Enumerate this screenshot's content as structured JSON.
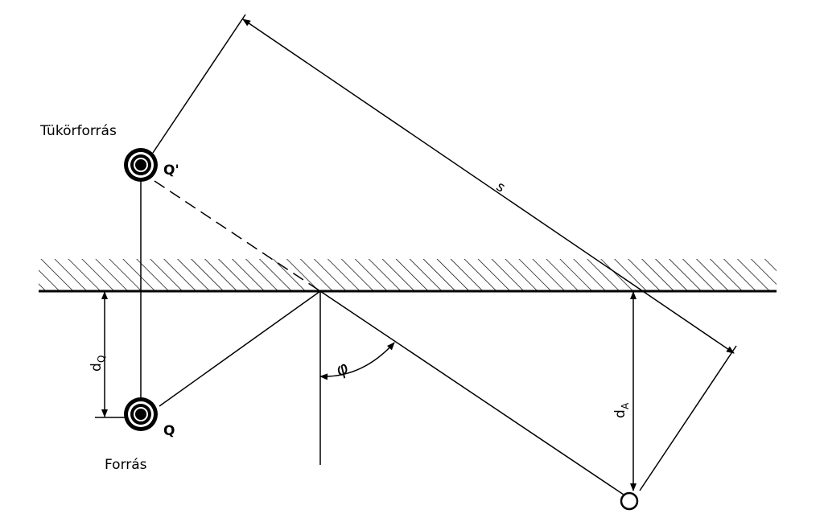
{
  "labels": {
    "mirror_source": "Tükörforrás",
    "mirror_point": "Q'",
    "source": "Forrás",
    "source_point": "Q",
    "distance_s": "s",
    "d_q_main": "d",
    "d_q_sub": "Q",
    "d_a_main": "d",
    "d_a_sub": "A",
    "angle": "φ"
  },
  "colors": {
    "ink": "#000000",
    "paper": "#ffffff"
  }
}
